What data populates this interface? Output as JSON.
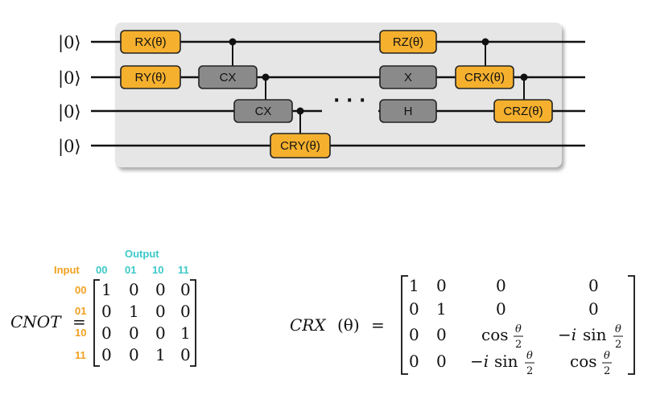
{
  "circuit": {
    "inputs": [
      "|0⟩",
      "|0⟩",
      "|0⟩",
      "|0⟩"
    ],
    "gates": {
      "rx": "RX(θ)",
      "ry": "RY(θ)",
      "cx1": "CX",
      "cx2": "CX",
      "cry": "CRY(θ)",
      "rz": "RZ(θ)",
      "x": "X",
      "h": "H",
      "crx": "CRX(θ)",
      "crz": "CRZ(θ)"
    },
    "ellipsis": "· · ·",
    "colors": {
      "rotation_gate": "#f5b02e",
      "fixed_gate": "#8a8a8a",
      "panel": "#e6e6e6"
    }
  },
  "cnot": {
    "name": "CNOT",
    "equals": "=",
    "input_label": "Input",
    "output_label": "Output",
    "row_labels": [
      "00",
      "01",
      "10",
      "11"
    ],
    "col_labels": [
      "00",
      "01",
      "10",
      "11"
    ],
    "rows": [
      [
        "1",
        "0",
        "0",
        "0"
      ],
      [
        "0",
        "1",
        "0",
        "0"
      ],
      [
        "0",
        "0",
        "0",
        "1"
      ],
      [
        "0",
        "0",
        "1",
        "0"
      ]
    ]
  },
  "crx": {
    "name": "CRX",
    "arg": "(θ)",
    "equals": "=",
    "r1": [
      "1",
      "0",
      "0",
      "0"
    ],
    "r2": [
      "0",
      "1",
      "0",
      "0"
    ],
    "r3_plain": [
      "0",
      "0"
    ],
    "r4_plain": [
      "0",
      "0"
    ],
    "cos": "cos",
    "sin": "sin",
    "minus_i": "−i",
    "frac_num": "θ",
    "frac_den": "2"
  }
}
